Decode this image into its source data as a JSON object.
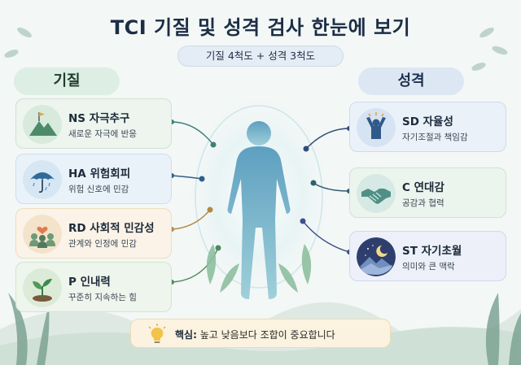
{
  "title": "TCI 기질 및 성격 검사 한눈에 보기",
  "subtitle": "기질 4척도 + 성격 3척도",
  "temperament": {
    "heading": "기질",
    "items": [
      {
        "title": "NS 자극추구",
        "desc": "새로운 자극에 반응",
        "icon": "mountain-flag-icon"
      },
      {
        "title": "HA 위험회피",
        "desc": "위험 신호에 민감",
        "icon": "umbrella-rain-icon"
      },
      {
        "title": "RD 사회적 민감성",
        "desc": "관계와 인정에 민감",
        "icon": "people-heart-icon"
      },
      {
        "title": "P 인내력",
        "desc": "꾸준히 지속하는 힘",
        "icon": "sprout-icon"
      }
    ]
  },
  "character": {
    "heading": "성격",
    "items": [
      {
        "title": "SD 자율성",
        "desc": "자기조절과 책임감",
        "icon": "person-raised-arms-icon"
      },
      {
        "title": "C 연대감",
        "desc": "공감과 협력",
        "icon": "handshake-icon"
      },
      {
        "title": "ST 자기초월",
        "desc": "의미와 큰 맥락",
        "icon": "moon-stars-mountain-icon"
      }
    ]
  },
  "tip": {
    "label": "핵심:",
    "text": "높고 낮음보다 조합이 중요합니다",
    "icon": "lightbulb-icon"
  },
  "colors": {
    "figure": "#6fb0c9",
    "temperament_line": "#3f7f76",
    "character_line": "#2f4d78"
  }
}
